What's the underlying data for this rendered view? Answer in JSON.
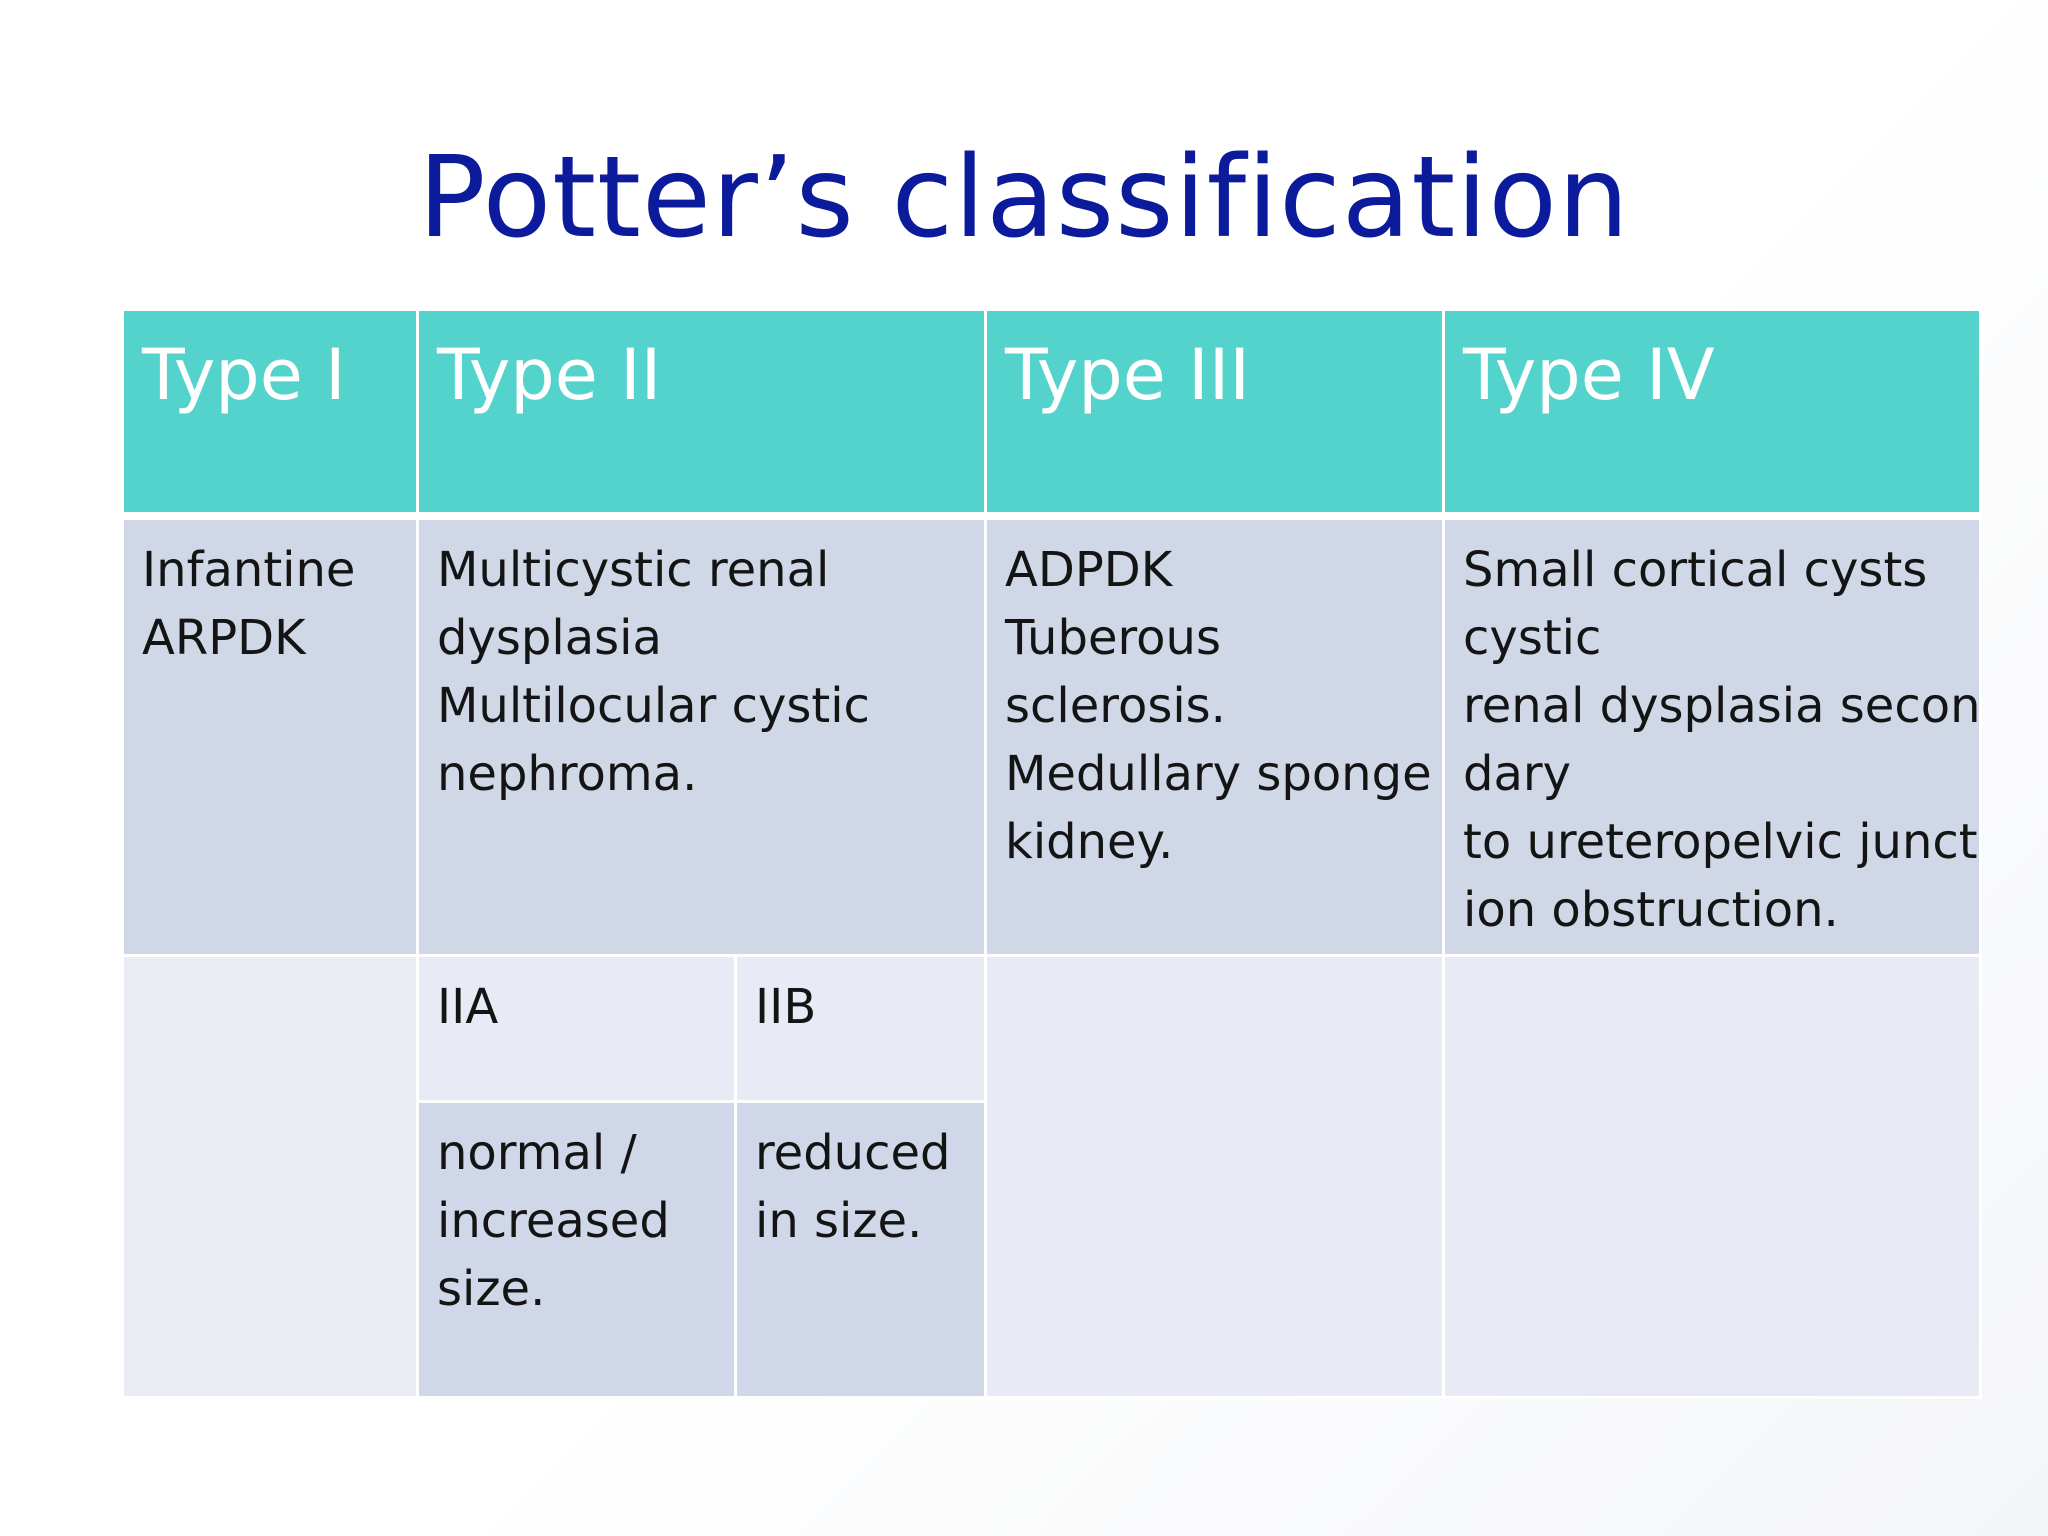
{
  "slide": {
    "title": "Potter’s classification"
  },
  "table": {
    "headers": [
      "Type I",
      "Type II",
      "Type III",
      "Type IV"
    ],
    "descriptions": {
      "type1": [
        "Infantine",
        "ARPDK"
      ],
      "type2": [
        "Multicystic renal",
        "dysplasia",
        "Multilocular cystic",
        "nephroma."
      ],
      "type3": [
        "ADPDK",
        "Tuberous",
        "sclerosis.",
        "Medullary sponge",
        "kidney."
      ],
      "type4": [
        "Small cortical cysts",
        "cystic",
        "renal dysplasia secon",
        "dary",
        "to ureteropelvic junct",
        "ion obstruction."
      ]
    },
    "subtypes": {
      "iia_label": "IIA",
      "iib_label": "IIB",
      "iia_desc": [
        "normal /",
        "increased",
        "size."
      ],
      "iib_desc": [
        "reduced",
        "in size."
      ]
    }
  },
  "colors": {
    "title": "#0c1a9c",
    "header_bg": "#53d3cc",
    "row_dark_bg": "#d0d8e7",
    "row_light_bg": "#e8ebf5"
  }
}
